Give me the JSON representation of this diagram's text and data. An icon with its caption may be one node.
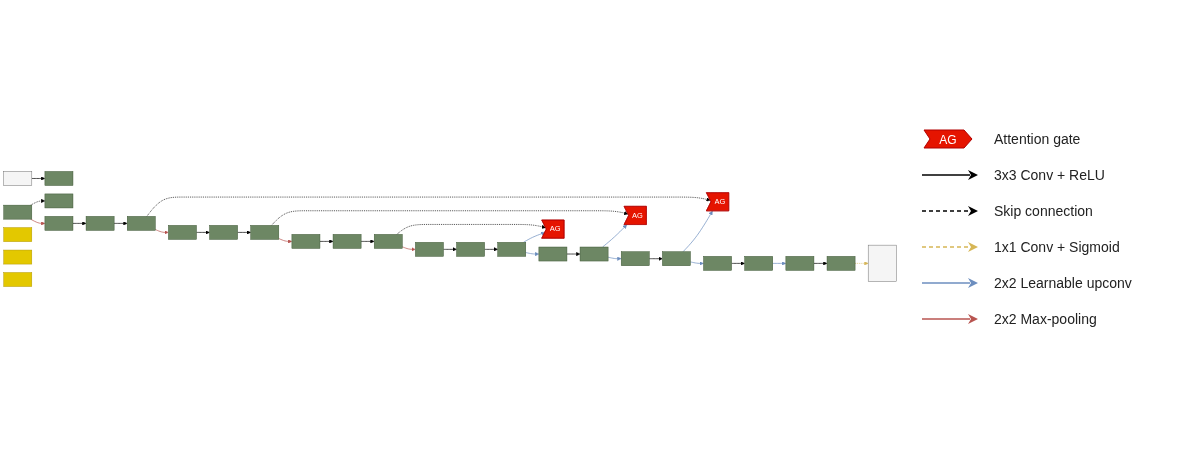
{
  "diagram": {
    "nodes": [
      {
        "text": [],
        "shape": "box"
      },
      {
        "text": [],
        "shape": "box"
      },
      {
        "text": [],
        "shape": "box"
      },
      {
        "text": [],
        "shape": "box"
      },
      {
        "text": [],
        "shape": "box"
      },
      {
        "text": [],
        "shape": "box"
      },
      {
        "text": [],
        "shape": "bar"
      },
      {
        "text": [],
        "shape": "box"
      },
      {
        "text": [],
        "shape": "box"
      },
      {
        "text": [],
        "shape": "box"
      },
      {
        "text": [
          "AG"
        ]
      },
      {
        "text": [],
        "shape": "box"
      },
      {
        "text": [],
        "shape": "box"
      },
      {
        "text": [],
        "shape": "box"
      },
      {
        "text": [],
        "shape": "box"
      },
      {
        "text": [],
        "shape": "box"
      },
      {
        "text": [],
        "shape": "box"
      },
      {
        "text": [
          "AG"
        ]
      },
      {
        "text": [],
        "shape": "box"
      },
      {
        "text": [],
        "shape": "box"
      },
      {
        "text": [],
        "shape": "box"
      },
      {
        "text": [],
        "shape": "box"
      },
      {
        "text": [],
        "shape": "box"
      },
      {
        "text": [],
        "shape": "box"
      },
      {
        "text": [
          "AG"
        ]
      },
      {
        "text": [],
        "shape": "box"
      },
      {
        "text": [],
        "shape": "box"
      },
      {
        "text": [],
        "shape": "box"
      },
      {
        "text": [],
        "shape": "box"
      },
      {
        "text": [],
        "shape": "box"
      },
      {
        "text": [],
        "shape": "box"
      }
    ],
    "edges": [
      {
        "from": 0,
        "to": 1,
        "arrow": "to"
      },
      {
        "from": 2,
        "to": 3,
        "arrow": "to",
        "style": "dashed"
      },
      {
        "from": 4,
        "to": 5,
        "arrow": "to"
      },
      {
        "from": 5,
        "to": 6,
        "arrow": "to",
        "style": "dashed",
        "color": "#d6b656"
      },
      {
        "from": 2,
        "to": 7,
        "arrow": "to",
        "color": "#b85450"
      },
      {
        "from": 7,
        "to": 8,
        "arrow": "to"
      },
      {
        "from": 8,
        "to": 9,
        "arrow": "to"
      },
      {
        "from": 9,
        "to": 10,
        "arrow": "to",
        "style": "dashed"
      },
      {
        "from": 12,
        "to": 13,
        "arrow": "to"
      },
      {
        "from": 13,
        "to": 4,
        "arrow": "to",
        "color": "#6c8ebf"
      },
      {
        "from": 9,
        "to": 14,
        "arrow": "to",
        "color": "#b85450"
      },
      {
        "from": 14,
        "to": 15,
        "arrow": "to"
      },
      {
        "from": 15,
        "to": 16,
        "arrow": "to"
      },
      {
        "from": 16,
        "to": 17,
        "arrow": "to",
        "style": "dashed"
      },
      {
        "from": 19,
        "to": 20,
        "arrow": "to"
      },
      {
        "from": 20,
        "to": 10,
        "arrow": "to",
        "color": "#6c8ebf"
      },
      {
        "from": 20,
        "to": 12,
        "arrow": "to",
        "color": "#6c8ebf"
      },
      {
        "from": 16,
        "to": 21,
        "arrow": "to",
        "color": "#b85450"
      },
      {
        "from": 21,
        "to": 22,
        "arrow": "to"
      },
      {
        "from": 22,
        "to": 23,
        "arrow": "to"
      },
      {
        "from": 23,
        "to": 24,
        "arrow": "to",
        "style": "dashed"
      },
      {
        "from": 26,
        "to": 27,
        "arrow": "to"
      },
      {
        "from": 27,
        "to": 17,
        "arrow": "to",
        "color": "#6c8ebf"
      },
      {
        "from": 27,
        "to": 19,
        "arrow": "to",
        "color": "#6c8ebf"
      },
      {
        "from": 23,
        "to": 28,
        "arrow": "to",
        "color": "#b85450"
      },
      {
        "from": 28,
        "to": 29,
        "arrow": "to"
      },
      {
        "from": 29,
        "to": 30,
        "arrow": "to"
      },
      {
        "from": 30,
        "to": 24,
        "arrow": "to",
        "color": "#6c8ebf"
      },
      {
        "from": 30,
        "to": 26,
        "arrow": "to",
        "color": "#6c8ebf"
      }
    ],
    "labels": [
      "AG"
    ],
    "legend": [
      {
        "text": "Attention gate"
      },
      {
        "text": "3x3 Conv + ReLU"
      },
      {
        "text": "Skip connection"
      },
      {
        "text": "1x1 Conv + Sigmoid"
      },
      {
        "text": "2x2 Learnable upconv"
      },
      {
        "text": "2x2 Max-pooling"
      }
    ]
  }
}
